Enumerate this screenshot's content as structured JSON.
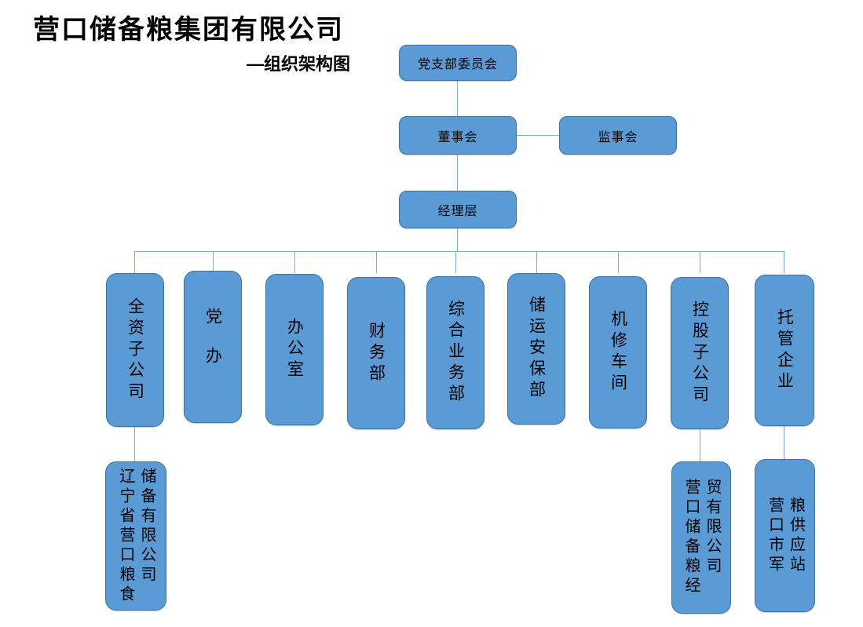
{
  "page": {
    "title": "营口储备粮集团有限公司",
    "subtitle": "—组织架构图"
  },
  "chart": {
    "type": "org-chart",
    "party_committee": "党支部委员会",
    "board": "董事会",
    "supervisory": "监事会",
    "management": "经理层",
    "departments": [
      "全资子公司",
      "党办",
      "办公室",
      "财务部",
      "综合业务部",
      "储运安保部",
      "机修车间",
      "控股子公司",
      "托管企业"
    ],
    "subsidiaries": [
      {
        "parent": "全资子公司",
        "name": "辽宁省营口粮食储备有限公司",
        "display": "辽宁省营口粮食\n储备有限公司"
      },
      {
        "parent": "控股子公司",
        "name": "营口储备粮经贸有限公司",
        "display": "营口储备粮经\n贸有限公司"
      },
      {
        "parent": "托管企业",
        "name": "营口市军粮供应站",
        "display": "营口市军\n粮供应站"
      }
    ],
    "colors": {
      "box_fill": "#5b9bd5",
      "box_border": "#41719c",
      "connector": "#7ca9dc",
      "text": "#000000"
    }
  }
}
